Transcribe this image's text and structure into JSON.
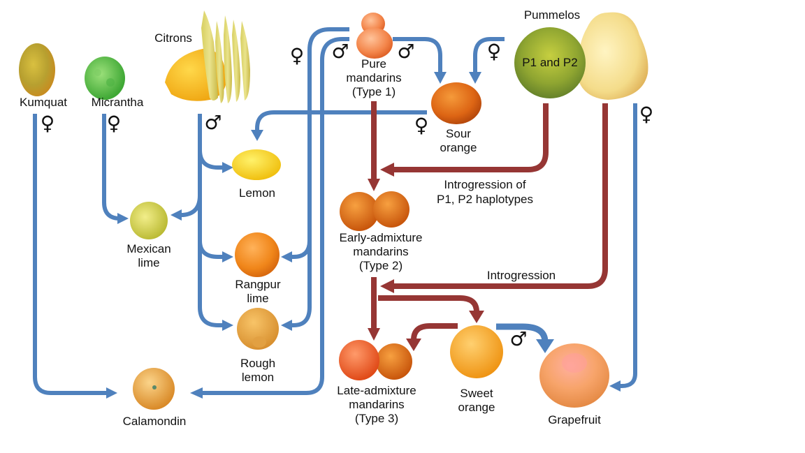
{
  "title": "Citrus ancestry and hybridization diagram",
  "colors": {
    "maternal_arrow": "#4f81bd",
    "admixture_arrow": "#963634"
  },
  "symbols": {
    "female": "♀",
    "male": "♂"
  },
  "nodes": {
    "kumquat": {
      "label": "Kumquat"
    },
    "micrantha": {
      "label": "Micrantha"
    },
    "citrons": {
      "label": "Citrons"
    },
    "pure_mandarins": {
      "label": "Pure\nmandarins\n(Type 1)"
    },
    "pummelos": {
      "label": "Pummelos",
      "inner_label": "P1 and P2"
    },
    "sour_orange": {
      "label": "Sour\norange"
    },
    "lemon": {
      "label": "Lemon"
    },
    "mexican_lime": {
      "label": "Mexican\nlime"
    },
    "rangpur_lime": {
      "label": "Rangpur\nlime"
    },
    "rough_lemon": {
      "label": "Rough\nlemon"
    },
    "calamondin": {
      "label": "Calamondin"
    },
    "early_admixture": {
      "label": "Early-admixture\nmandarins\n(Type 2)"
    },
    "late_admixture": {
      "label": "Late-admixture\nmandarins\n(Type 3)"
    },
    "sweet_orange": {
      "label": "Sweet\norange"
    },
    "grapefruit": {
      "label": "Grapefruit"
    }
  },
  "annotations": {
    "introgression_p1p2": "Introgression of\nP1, P2 haplotypes",
    "introgression": "Introgression"
  },
  "edges": [
    {
      "from": "Kumquat",
      "to": "Calamondin",
      "type": "maternal",
      "sex": "female"
    },
    {
      "from": "Micrantha",
      "to": "Mexican lime",
      "type": "maternal",
      "sex": "female"
    },
    {
      "from": "Citrons",
      "to": "Lemon",
      "type": "paternal",
      "sex": "male"
    },
    {
      "from": "Citrons",
      "to": "Mexican lime",
      "type": "paternal",
      "sex": "male"
    },
    {
      "from": "Citrons",
      "to": "Rangpur lime",
      "type": "paternal",
      "sex": "male"
    },
    {
      "from": "Citrons",
      "to": "Rough lemon",
      "type": "paternal",
      "sex": "male"
    },
    {
      "from": "Pure mandarins",
      "to": "Rangpur lime",
      "type": "maternal",
      "sex": "female"
    },
    {
      "from": "Pure mandarins",
      "to": "Rough lemon",
      "type": "maternal",
      "sex": "female"
    },
    {
      "from": "Pure mandarins",
      "to": "Calamondin",
      "type": "paternal",
      "sex": "male"
    },
    {
      "from": "Pure mandarins",
      "to": "Sour orange",
      "type": "paternal",
      "sex": "male"
    },
    {
      "from": "Pummelos",
      "to": "Sour orange",
      "type": "maternal",
      "sex": "female"
    },
    {
      "from": "Sour orange",
      "to": "Lemon",
      "type": "maternal",
      "sex": "female"
    },
    {
      "from": "Pummelos",
      "to": "Grapefruit",
      "type": "maternal",
      "sex": "female"
    },
    {
      "from": "Sweet orange",
      "to": "Grapefruit",
      "type": "paternal",
      "sex": "male"
    },
    {
      "from": "Pure mandarins",
      "to": "Early-admixture mandarins",
      "type": "admixture"
    },
    {
      "from": "Pummelos",
      "to": "Early-admixture mandarins",
      "type": "introgression",
      "label": "Introgression of P1, P2 haplotypes"
    },
    {
      "from": "Pummelos",
      "to": "Late-admixture mandarins",
      "type": "introgression",
      "label": "Introgression"
    },
    {
      "from": "Early-admixture mandarins",
      "to": "Late-admixture mandarins",
      "type": "admixture"
    },
    {
      "from": "Early-admixture mandarins",
      "to": "Sweet orange",
      "type": "admixture"
    },
    {
      "from": "Sweet orange",
      "to": "Late-admixture mandarins",
      "type": "admixture"
    }
  ]
}
